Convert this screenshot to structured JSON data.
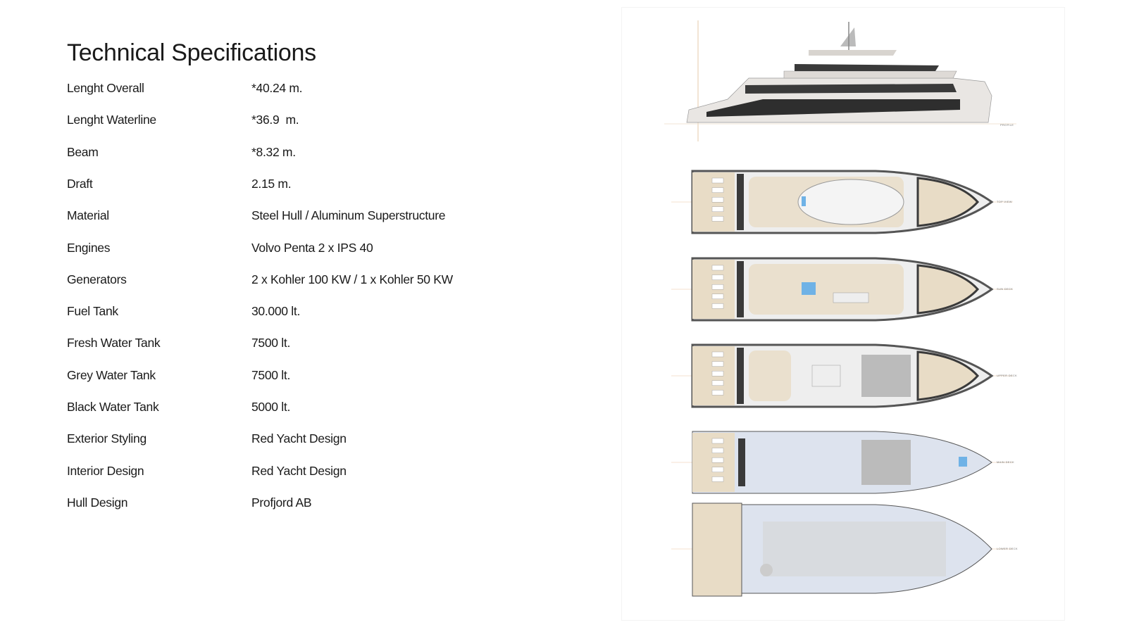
{
  "title": "Technical Specifications",
  "specs": [
    {
      "label": "Lenght Overall",
      "value": "*40.24 m."
    },
    {
      "label": "Lenght Waterline",
      "value": "*36.9  m."
    },
    {
      "label": "Beam",
      "value": "*8.32 m."
    },
    {
      "label": "Draft",
      "value": "2.15 m."
    },
    {
      "label": "Material",
      "value": "Steel Hull / Aluminum Superstructure"
    },
    {
      "label": "Engines",
      "value": "Volvo Penta 2 x IPS 40"
    },
    {
      "label": "Generators",
      "value": "2 x Kohler 100 KW / 1 x Kohler 50 KW"
    },
    {
      "label": "Fuel Tank",
      "value": "30.000 lt."
    },
    {
      "label": "Fresh Water  Tank",
      "value": "7500 lt."
    },
    {
      "label": "Grey Water Tank",
      "value": "7500 lt."
    },
    {
      "label": "Black Water Tank",
      "value": "5000 lt."
    },
    {
      "label": "Exterior Styling",
      "value": "Red Yacht Design"
    },
    {
      "label": "Interior Design",
      "value": "Red Yacht Design"
    },
    {
      "label": "Hull Design",
      "value": "Profjord AB"
    }
  ],
  "drawings": {
    "profile": "PROFILE",
    "decks": [
      "TOP VIEW",
      "SUN DECK",
      "UPPER DECK",
      "MAIN DECK",
      "LOWER DECK"
    ]
  },
  "colors": {
    "teak": "#e8dcc6",
    "interior": "#dde3ee",
    "dark": "#3a3a3a",
    "pool": "#6fb2e6"
  }
}
